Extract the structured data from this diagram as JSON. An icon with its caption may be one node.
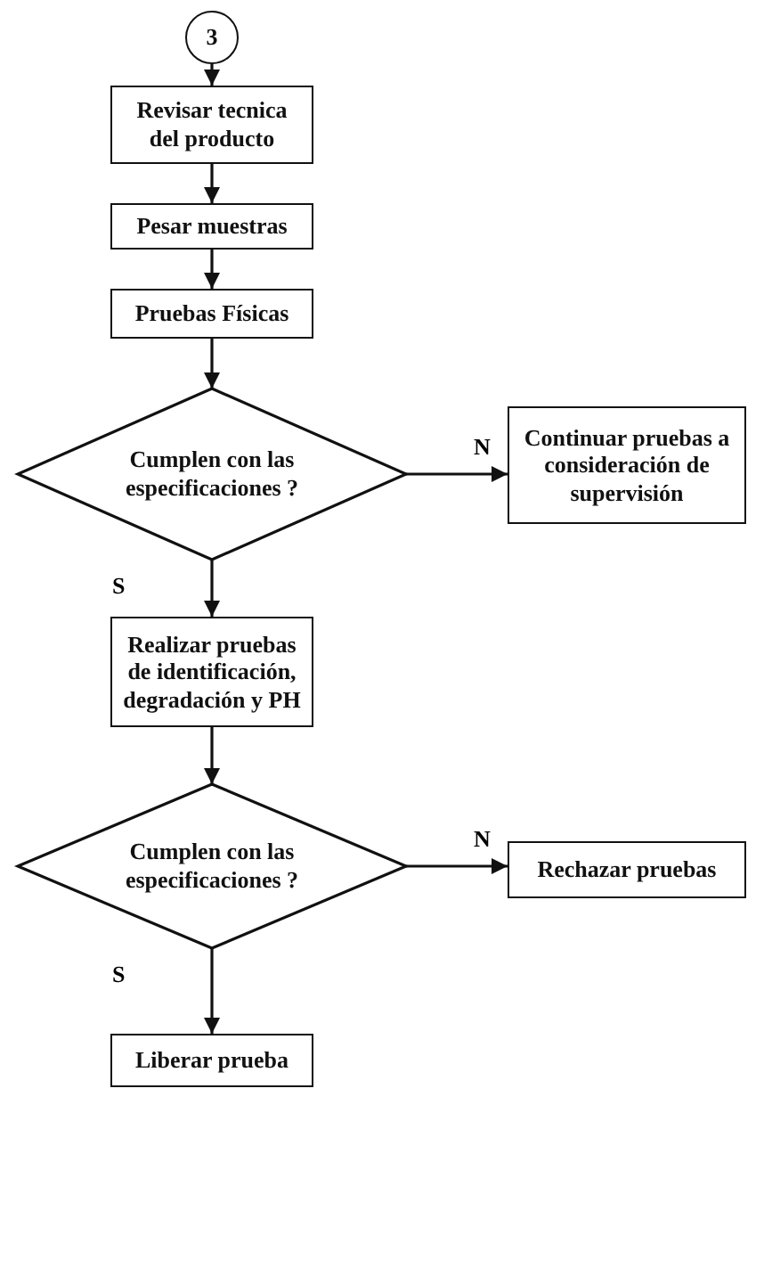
{
  "diagram": {
    "nodes": [
      {
        "text": [
          "3"
        ]
      },
      {
        "text": [
          "Revisar tecnica del producto"
        ]
      },
      {
        "text": [
          "Pesar muestras"
        ]
      },
      {
        "text": [
          "Pruebas Físicas"
        ]
      },
      {
        "text": [
          "Cumplen con las especificaciones ?"
        ]
      },
      {
        "text": [
          "Continuar pruebas a consideración de supervisión"
        ]
      },
      {
        "text": [
          "Realizar pruebas de identificación, degradación y PH"
        ]
      },
      {
        "text": [
          "Cumplen con las especificaciones ?"
        ]
      },
      {
        "text": [
          "Rechazar pruebas"
        ]
      },
      {
        "text": [
          "Liberar prueba"
        ]
      }
    ],
    "edges": [
      {
        "from": 0,
        "to": 1,
        "arrow": "to"
      },
      {
        "from": 1,
        "to": 2,
        "arrow": "to"
      },
      {
        "from": 2,
        "to": 3,
        "arrow": "to"
      },
      {
        "from": 3,
        "to": 4,
        "arrow": "to"
      },
      {
        "from": 4,
        "to": 5,
        "arrow": "to",
        "label": "N"
      },
      {
        "from": 4,
        "to": 6,
        "arrow": "to",
        "label": "S"
      },
      {
        "from": 6,
        "to": 7,
        "arrow": "to"
      },
      {
        "from": 7,
        "to": 8,
        "arrow": "to",
        "label": "N"
      },
      {
        "from": 7,
        "to": 9,
        "arrow": "to",
        "label": "S"
      }
    ]
  }
}
